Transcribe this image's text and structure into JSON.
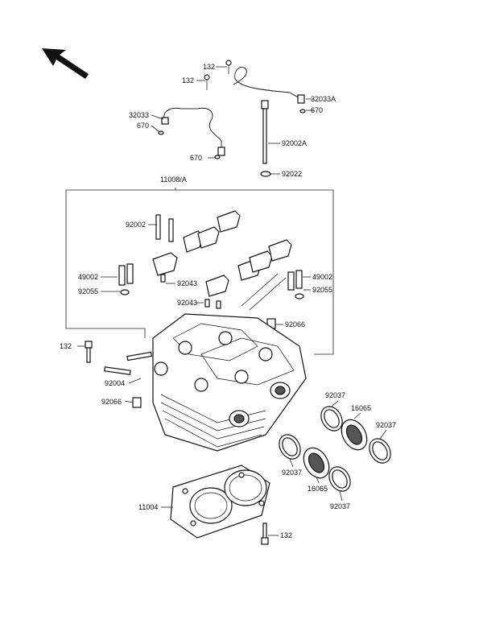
{
  "diagram": {
    "labels": {
      "l132a": "132",
      "l132b": "132",
      "l32033": "32033",
      "l670a": "670",
      "l670b": "670",
      "l32033A": "32033A",
      "l670c": "670",
      "l92002A": "92002A",
      "l92022": "92022",
      "l11008A": "11008/A",
      "l92002": "92002",
      "l49002a": "49002",
      "l92055a": "92055",
      "l92043a": "92043",
      "l92043b": "92043",
      "l49002b": "49002",
      "l92055b": "92055",
      "l92066a": "92066",
      "l132c": "132",
      "l92004": "92004",
      "l92066b": "92066",
      "l92037a": "92037",
      "l16065a": "16065",
      "l92037b": "92037",
      "l92037c": "92037",
      "l16065b": "16065",
      "l92037d": "92037",
      "l11004": "11004",
      "l132d": "132"
    },
    "arrow_icon": "front-direction-arrow"
  }
}
